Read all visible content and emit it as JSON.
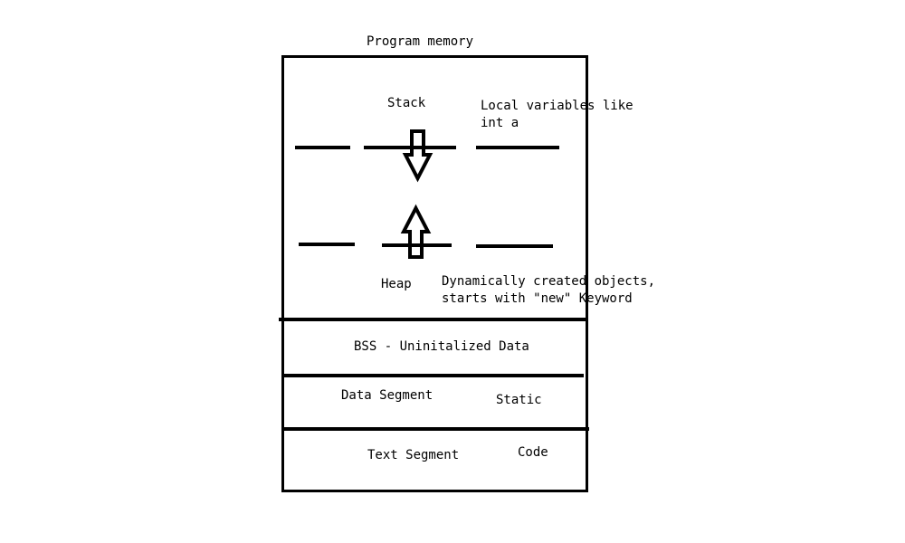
{
  "diagram": {
    "title": "Program memory",
    "stack": {
      "label": "Stack",
      "note_line1": "Local variables like",
      "note_line2": "int a"
    },
    "heap": {
      "label": "Heap",
      "note_line1": "Dynamically created objects,",
      "note_line2": "starts with \"new\" Keyword"
    },
    "bss": {
      "label": "BSS - Uninitalized Data"
    },
    "data_segment": {
      "label": "Data Segment",
      "note": "Static"
    },
    "text_segment": {
      "label": "Text Segment",
      "note": "Code"
    }
  },
  "colors": {
    "ink": "#000000",
    "background": "#ffffff"
  }
}
